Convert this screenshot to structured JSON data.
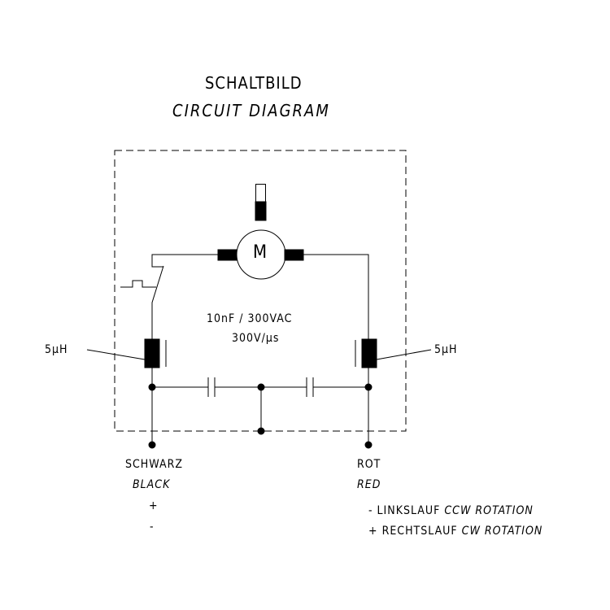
{
  "title_de": "SCHALTBILD",
  "title_en": "CIRCUIT DIAGRAM",
  "motor_label": "M",
  "capacitor_spec_1": "10nF / 300VAC",
  "capacitor_spec_2": "300V/µs",
  "inductor_left": "5µH",
  "inductor_right": "5µH",
  "left_terminal": {
    "de": "SCHWARZ",
    "en": "BLACK",
    "sign1": "+",
    "sign2": "-"
  },
  "right_terminal": {
    "de": "ROT",
    "en": "RED"
  },
  "rotation": [
    {
      "sign": "-",
      "de": "LINKSLAUF",
      "en": "CCW ROTATION"
    },
    {
      "sign": "+",
      "de": "RECHTSLAUF",
      "en": "CW ROTATION"
    }
  ]
}
